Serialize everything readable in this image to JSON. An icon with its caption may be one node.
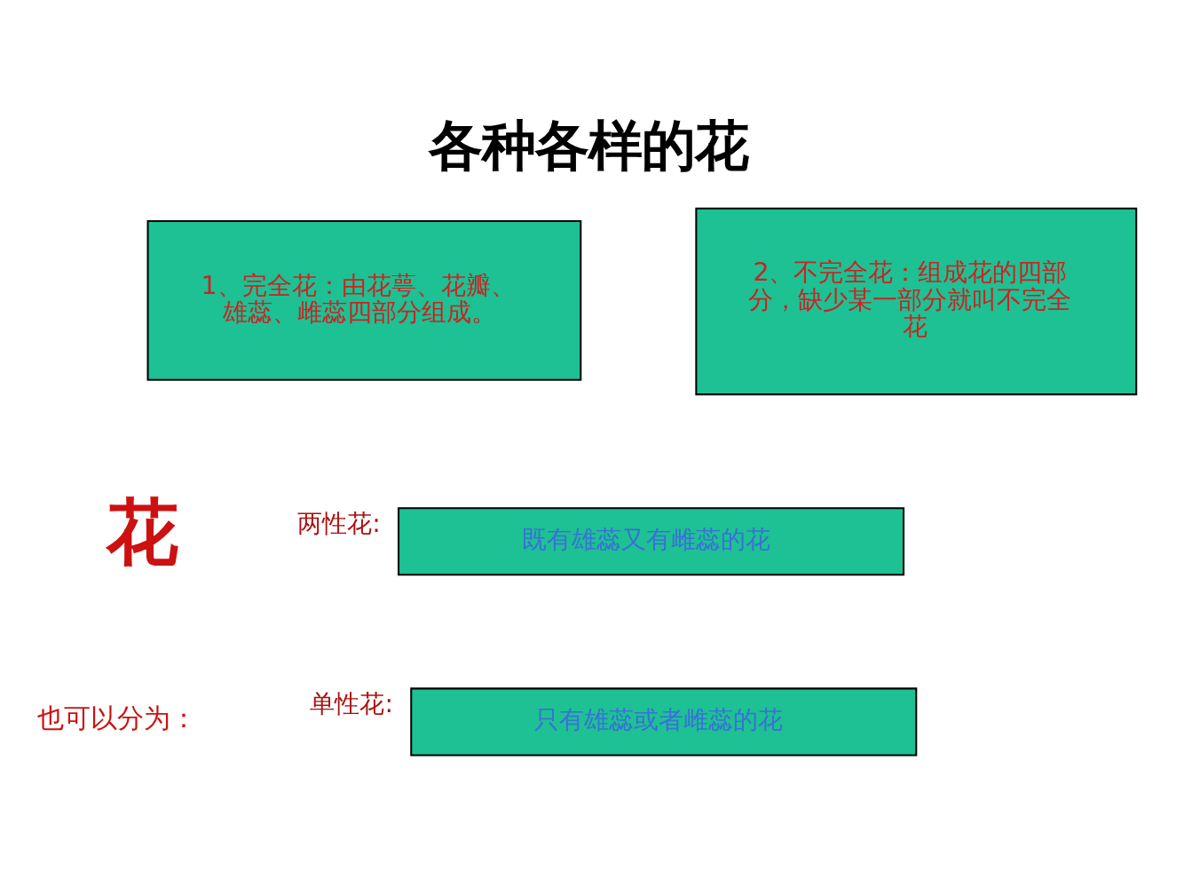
{
  "diagram": {
    "title": "各种各样的花",
    "nodes": [
      {
        "text": [
          "1、完全花：由花萼、花瓣、雄蕊、雌蕊四部分组成。"
        ]
      },
      {
        "text": [
          "2、不完全花：组成花的四部分，缺少某一部分就叫不完全花"
        ]
      },
      {
        "text": [
          "既有雄蕊又有雌蕊的花"
        ],
        "beside": [
          "两性花:"
        ]
      },
      {
        "text": [
          "只有雄蕊或者雌蕊的花"
        ],
        "beside": [
          "单性花:"
        ]
      }
    ],
    "edges": [],
    "labels": [
      "花",
      "也可以分为："
    ]
  }
}
